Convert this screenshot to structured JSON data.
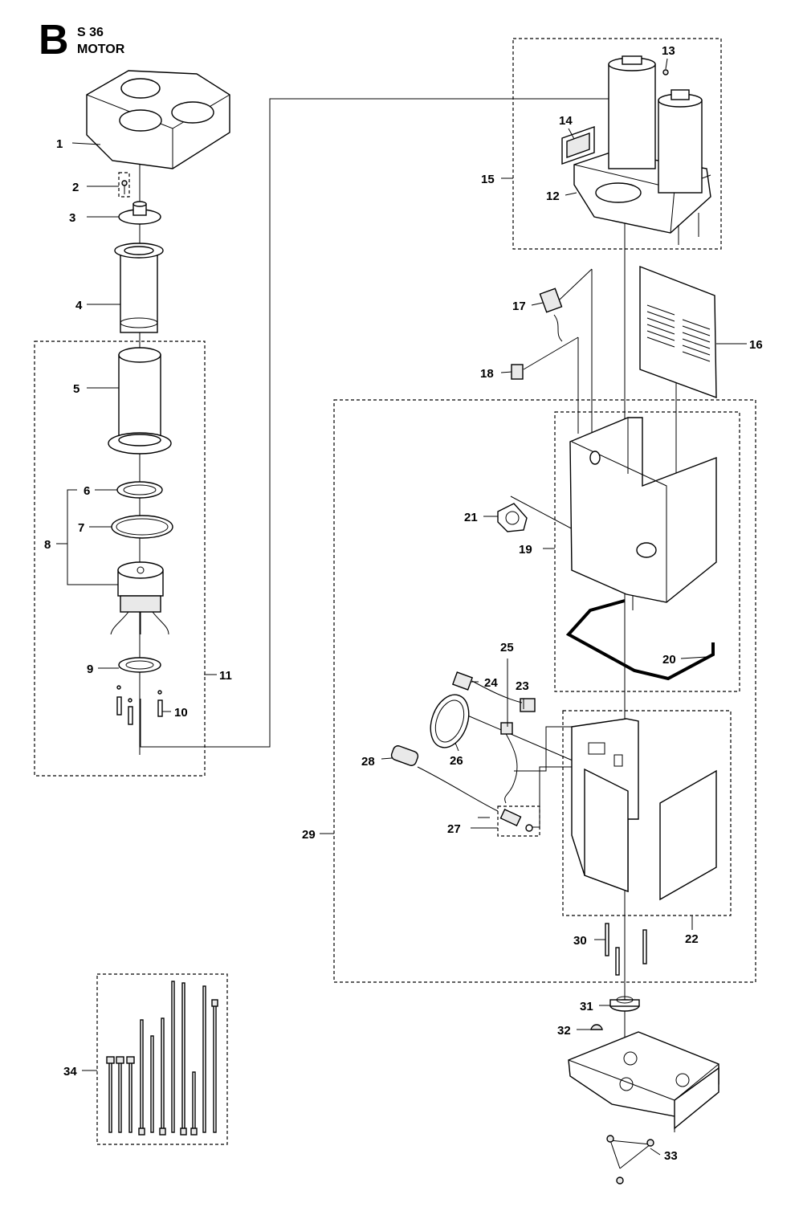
{
  "header": {
    "section_letter": "B",
    "model": "S 36",
    "title": "MOTOR"
  },
  "callouts": [
    "1",
    "2",
    "3",
    "4",
    "5",
    "6",
    "7",
    "8",
    "9",
    "10",
    "11",
    "12",
    "13",
    "14",
    "15",
    "16",
    "17",
    "18",
    "19",
    "20",
    "21",
    "22",
    "23",
    "24",
    "25",
    "26",
    "27",
    "28",
    "29",
    "30",
    "31",
    "32",
    "33",
    "34"
  ]
}
